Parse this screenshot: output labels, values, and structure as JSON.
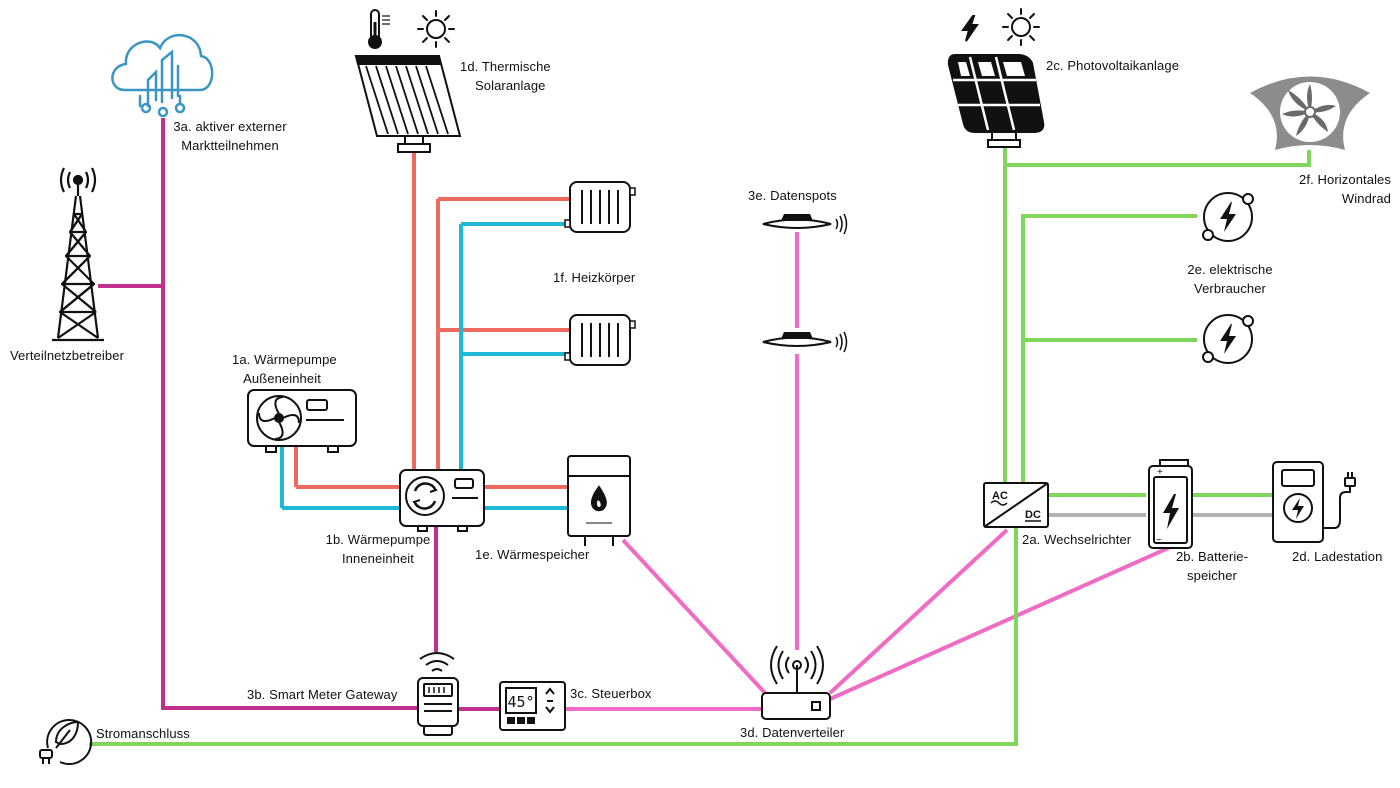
{
  "colors": {
    "thermal_hot": "#ee6a5f",
    "thermal_cold": "#1fb8d6",
    "data": "#f06cc4",
    "market_power": "#c2308e",
    "electric": "#7fd65a",
    "dc": "#b3b3b3",
    "outline": "#111111",
    "cloud": "#3a95c2"
  },
  "components": {
    "market": {
      "id": "3a.",
      "name_line1": "aktiver externer",
      "name_line2": "Marktteilnehmen",
      "icon": "cloud-city-icon"
    },
    "grid_operator": {
      "name": "Verteilnetzbetreiber",
      "icon": "transmission-tower-icon"
    },
    "heatpump_outdoor": {
      "id": "1a.",
      "name_line1": "Wärmepumpe",
      "name_line2": "Außeneinheit",
      "icon": "fan-unit-icon"
    },
    "heatpump_indoor": {
      "id": "1b.",
      "name_line1": "Wärmepumpe",
      "name_line2": "Inneneinheit",
      "icon": "heatpump-indoor-icon"
    },
    "solar_thermal": {
      "id": "1d.",
      "name_line1": "Thermische",
      "name_line2": "Solaranlage",
      "icon": "solar-thermal-collector-icon"
    },
    "heat_storage": {
      "id": "1e.",
      "name": "Wärmespeicher",
      "icon": "flame-tank-icon"
    },
    "radiators": {
      "id": "1f.",
      "name": "Heizkörper",
      "icon": "radiator-icon"
    },
    "data_spots": {
      "id": "3e.",
      "name": "Datenspots",
      "icon": "wireless-beacon-icon"
    },
    "data_hub": {
      "id": "3d.",
      "name": "Datenverteiler",
      "icon": "router-icon"
    },
    "control_box": {
      "id": "3c.",
      "name": "Steuerbox",
      "display": "45°",
      "icon": "thermostat-icon"
    },
    "smart_meter": {
      "id": "3b.",
      "name": "Smart Meter Gateway",
      "icon": "smart-meter-icon"
    },
    "grid_connection": {
      "name": "Stromanschluss",
      "icon": "leaf-plug-icon"
    },
    "pv": {
      "id": "2c.",
      "name": "Photovoltaikanlage",
      "icon": "pv-panel-icon"
    },
    "wind": {
      "id": "2f.",
      "name_line1": "Horizontales",
      "name_line2": "Windrad",
      "icon": "wind-turbine-icon"
    },
    "consumers": {
      "id": "2e.",
      "name_line1": "elektrische",
      "name_line2": "Verbraucher",
      "icon": "electric-consumer-icon"
    },
    "inverter": {
      "id": "2a.",
      "name": "Wechselrichter",
      "ac": "AC",
      "dc": "DC",
      "icon": "inverter-icon"
    },
    "battery": {
      "id": "2b.",
      "name_line1": "Batterie-",
      "name_line2": "speicher",
      "plus": "+",
      "minus": "−",
      "icon": "battery-icon"
    },
    "charging_station": {
      "id": "2d.",
      "name": "Ladestation",
      "icon": "ev-charger-icon"
    }
  }
}
